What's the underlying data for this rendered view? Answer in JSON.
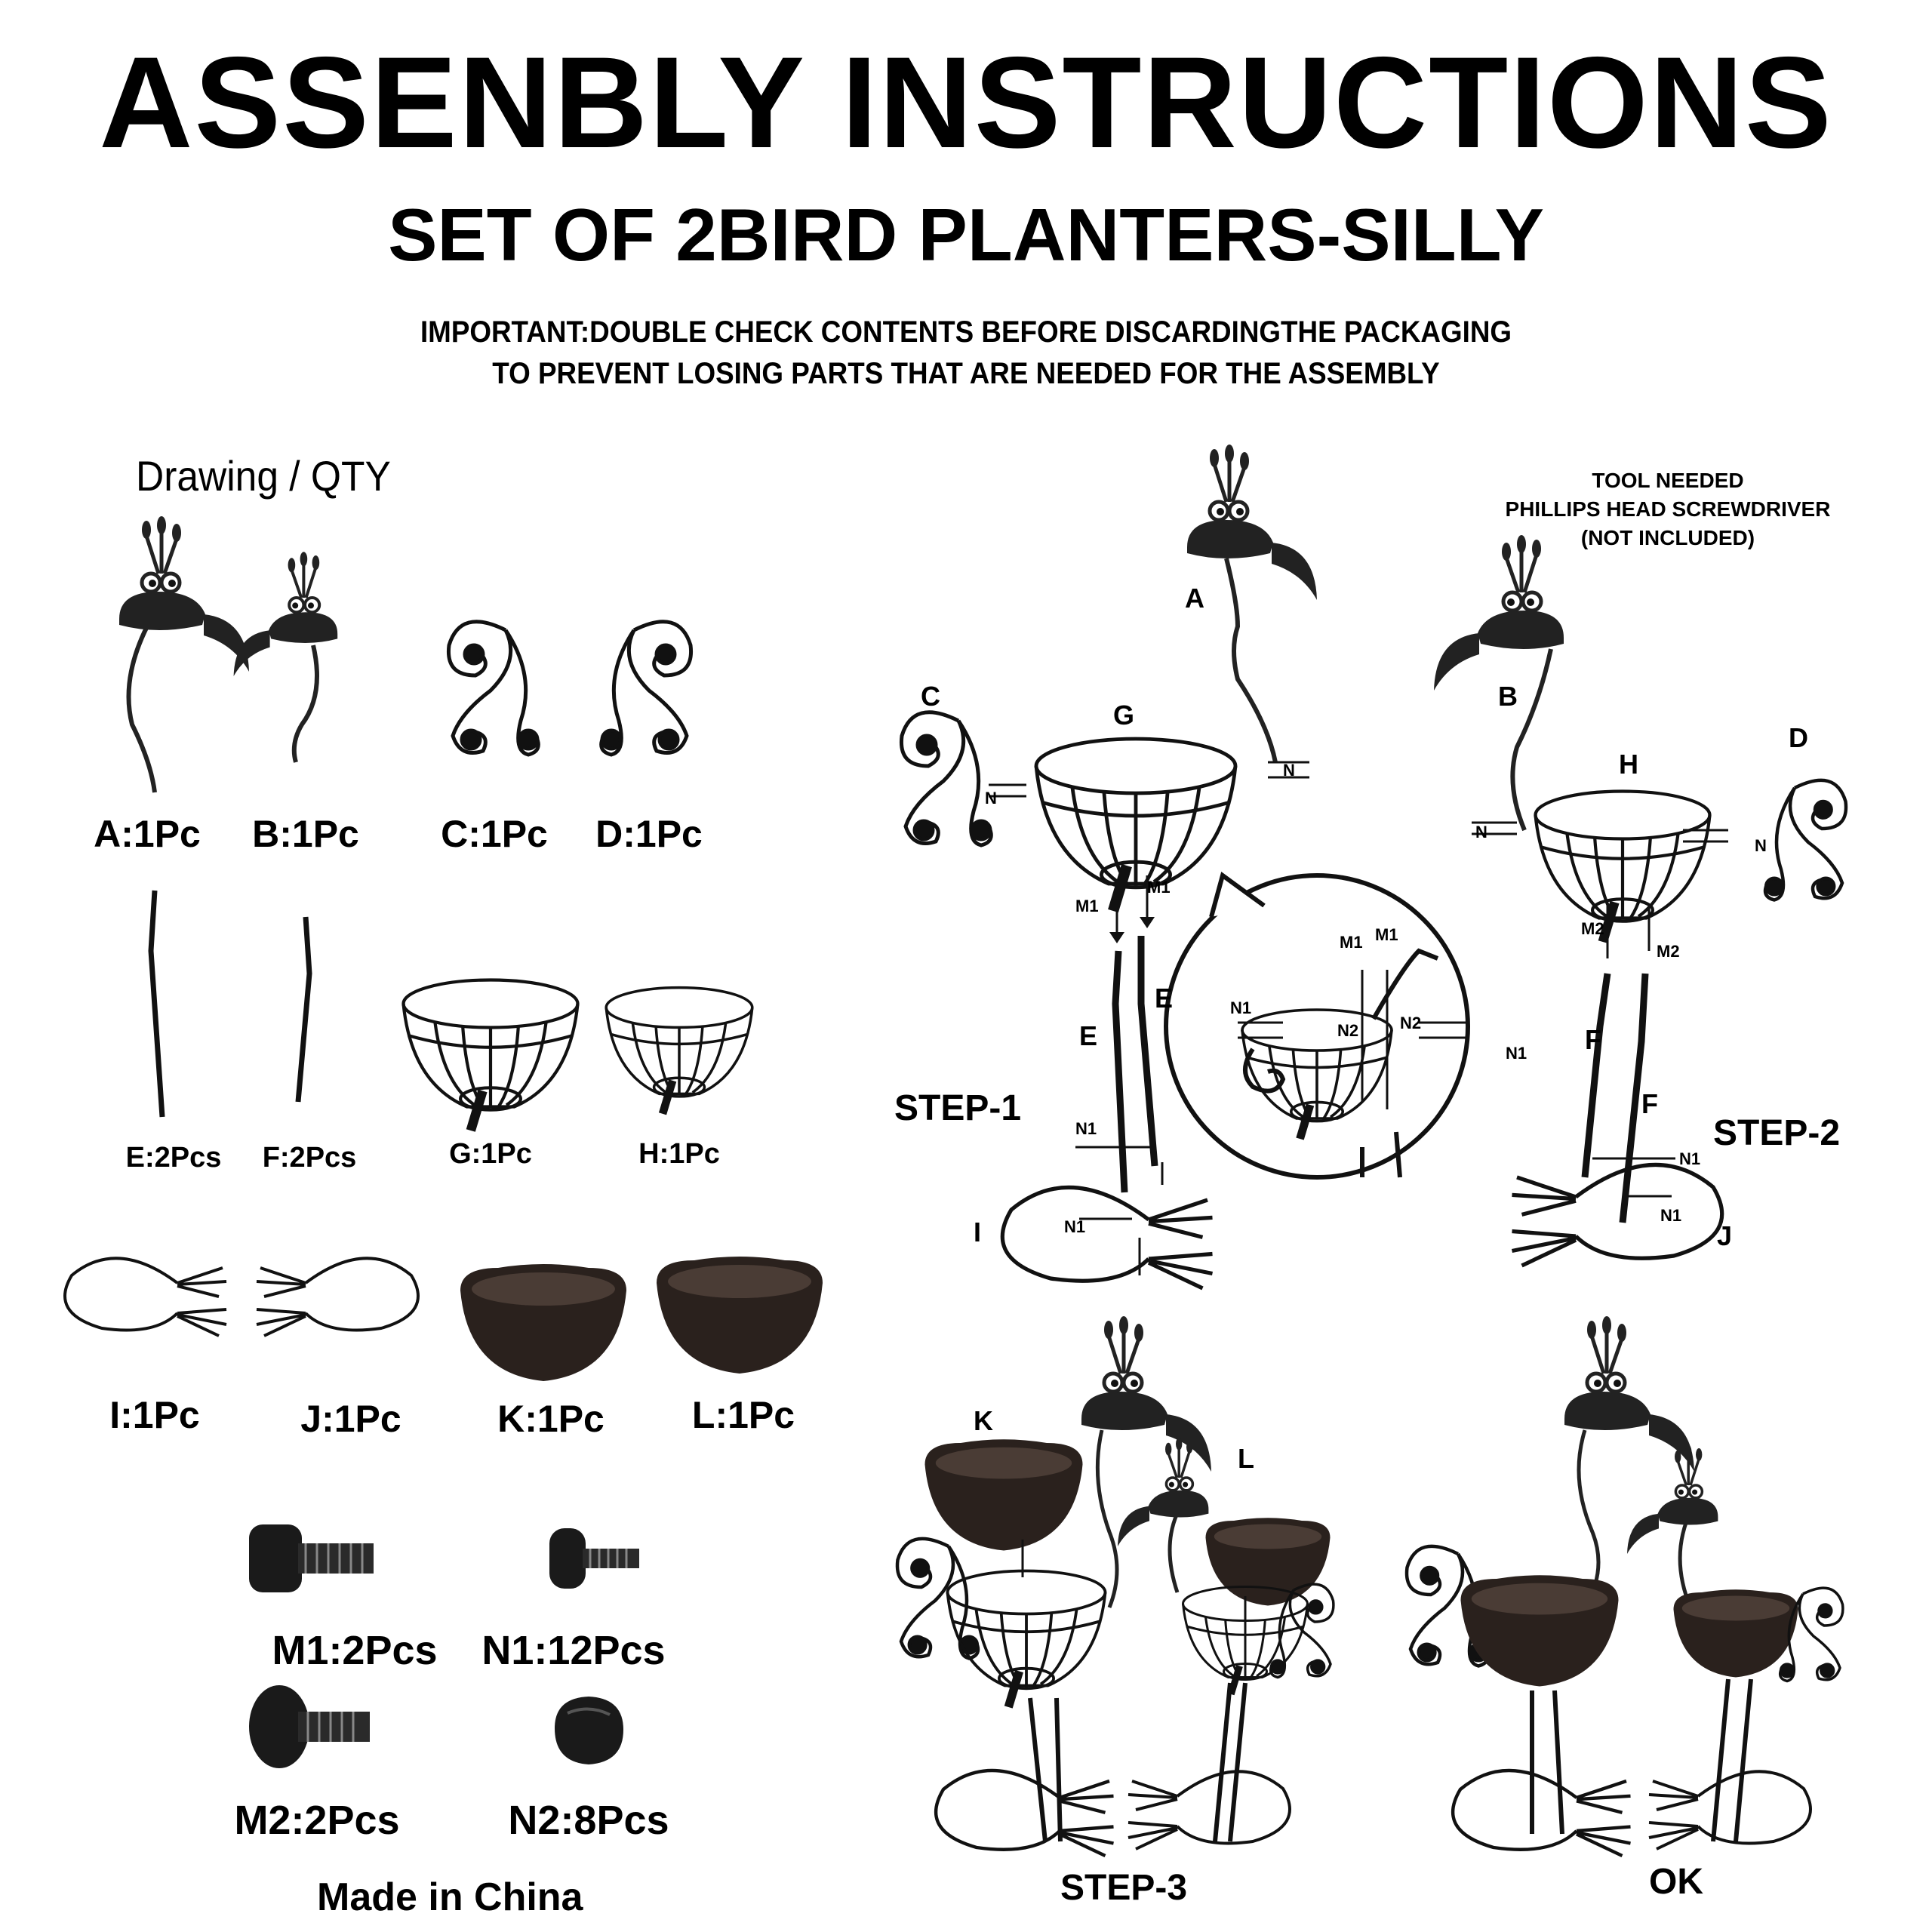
{
  "header": {
    "title": "ASSENBLY INSTRUCTIONS",
    "subtitle": "SET OF 2BIRD PLANTERS-SILLY",
    "notice_line1": "IMPORTANT:DOUBLE CHECK CONTENTS BEFORE DISCARDINGTHE PACKAGING",
    "notice_line2": "TO PREVENT LOSING PARTS THAT ARE NEEDED FOR THE ASSEMBLY"
  },
  "parts_list": {
    "heading": "Drawing / QTY",
    "parts": [
      {
        "label": "A:1Pc"
      },
      {
        "label": "B:1Pc"
      },
      {
        "label": "C:1Pc"
      },
      {
        "label": "D:1Pc"
      },
      {
        "label": "E:2Pcs"
      },
      {
        "label": "F:2Pcs"
      },
      {
        "label": "G:1Pc"
      },
      {
        "label": "H:1Pc"
      },
      {
        "label": "I:1Pc"
      },
      {
        "label": "J:1Pc"
      },
      {
        "label": "K:1Pc"
      },
      {
        "label": "L:1Pc"
      }
    ],
    "hardware": [
      {
        "label": "M1:2Pcs"
      },
      {
        "label": "N1:12Pcs"
      },
      {
        "label": "M2:2Pcs"
      },
      {
        "label": "N2:8Pcs"
      }
    ],
    "origin": "Made in China"
  },
  "tool": {
    "line1": "TOOL NEEDED",
    "line2": "PHILLIPS HEAD SCREWDRIVER",
    "line3": "(NOT INCLUDED)"
  },
  "step1": {
    "label": "STEP-1",
    "letters": {
      "a": "A",
      "c": "C",
      "g": "G",
      "e1": "E",
      "e2": "E",
      "i": "I"
    },
    "callouts": {
      "n_left": "N",
      "n_right": "N",
      "m1_left": "M1",
      "m1_right": "M1",
      "n1_upper": "N1",
      "n1_lower": "N1"
    },
    "detail": {
      "m1a": "M1",
      "m1b": "M1",
      "n1_left": "N1",
      "n1_right": "N1",
      "n2_left": "N2",
      "n2_right": "N2"
    }
  },
  "step2": {
    "label": "STEP-2",
    "letters": {
      "b": "B",
      "d": "D",
      "h": "H",
      "f1": "F",
      "f2": "F",
      "j": "J"
    },
    "callouts": {
      "n_left": "N",
      "n_right": "N",
      "m2_left": "M2",
      "m2_right": "M2",
      "n1_upper": "N1",
      "n1_lower": "N1"
    }
  },
  "step3": {
    "label": "STEP-3",
    "letters": {
      "k": "K",
      "l": "L"
    }
  },
  "final": {
    "label": "OK"
  }
}
